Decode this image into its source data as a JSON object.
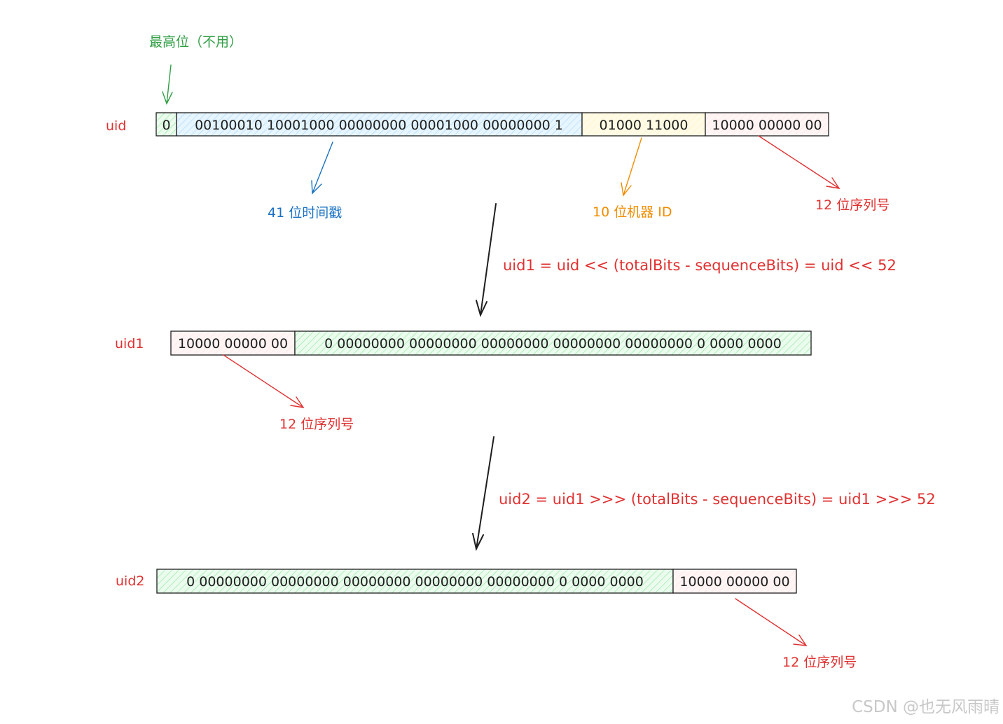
{
  "colors": {
    "red": "#e03131",
    "green": "#2f9e44",
    "blue": "#1971c2",
    "orange": "#f08c00",
    "dark": "#1e1e1e",
    "watermark": "#c8c8c8",
    "fill_green": "#ebfbee",
    "fill_blue": "#e7f5ff",
    "fill_yellow": "#fff9db",
    "fill_pink": "#fff0f0"
  },
  "top_note": {
    "highest_bit": "最高位（不用）"
  },
  "uid": {
    "row_label": "uid",
    "sign_bit": "0",
    "timestamp_bits": "00100010 10001000 00000000 00001000 00000000 1",
    "machine_bits": "01000 11000",
    "sequence_bits": "10000 00000 00",
    "timestamp_label": "41 位时间戳",
    "machine_label": "10 位机器 ID",
    "sequence_label": "12 位序列号"
  },
  "step1": {
    "formula": "uid1 = uid << (totalBits - sequenceBits) = uid << 52"
  },
  "uid1": {
    "row_label": "uid1",
    "sequence_bits": "10000 00000 00",
    "zero_bits": "0 00000000 00000000 00000000 00000000 00000000 0 0000 0000",
    "sequence_label": "12 位序列号"
  },
  "step2": {
    "formula": "uid2 = uid1 >>> (totalBits - sequenceBits) = uid1 >>> 52"
  },
  "uid2": {
    "row_label": "uid2",
    "zero_bits": "0 00000000 00000000 00000000 00000000 00000000 0 0000 0000",
    "sequence_bits": "10000 00000 00",
    "sequence_label": "12 位序列号"
  },
  "watermark": {
    "text": "CSDN @也无风雨晴"
  }
}
